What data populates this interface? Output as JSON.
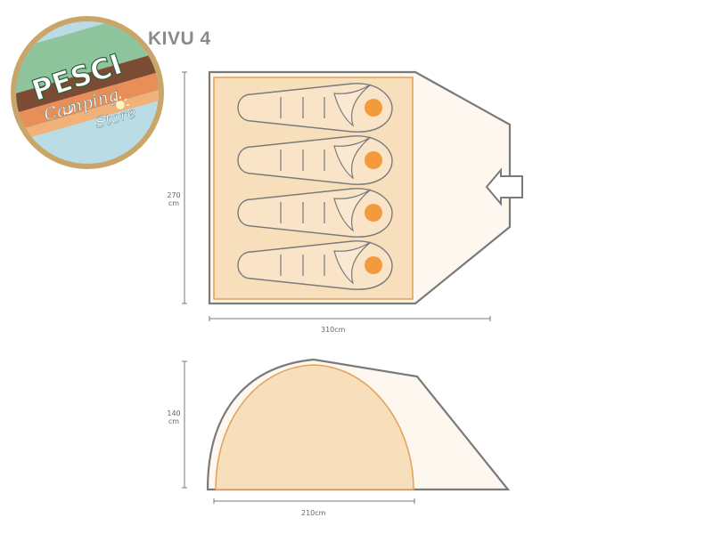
{
  "logo": {
    "brand": "PESCI",
    "tagline_1": "Camping",
    "tagline_2": "Store",
    "colors": {
      "ring": "#c9a56a",
      "green": "#8dc49b",
      "orange": "#e88e58",
      "blue": "#b9dce5",
      "brown": "#7b4b33",
      "text": "#ffffff"
    }
  },
  "product": {
    "name": "KIVU 4"
  },
  "floor_plan": {
    "sleeping_bags": 4,
    "width_label": "310cm",
    "depth_value": "270",
    "depth_unit": "cm",
    "entrance_arrow": "arrow-left-icon"
  },
  "side_view": {
    "height_value": "140",
    "height_unit": "cm",
    "width_label": "210cm"
  },
  "colors": {
    "outline": "#7a7a7a",
    "inner_fill": "#f8dfbc",
    "inner_stroke": "#e4a45a",
    "outer_fill": "#fdf7ef",
    "head": "#f39a3c",
    "dimension_line": "#666666"
  }
}
